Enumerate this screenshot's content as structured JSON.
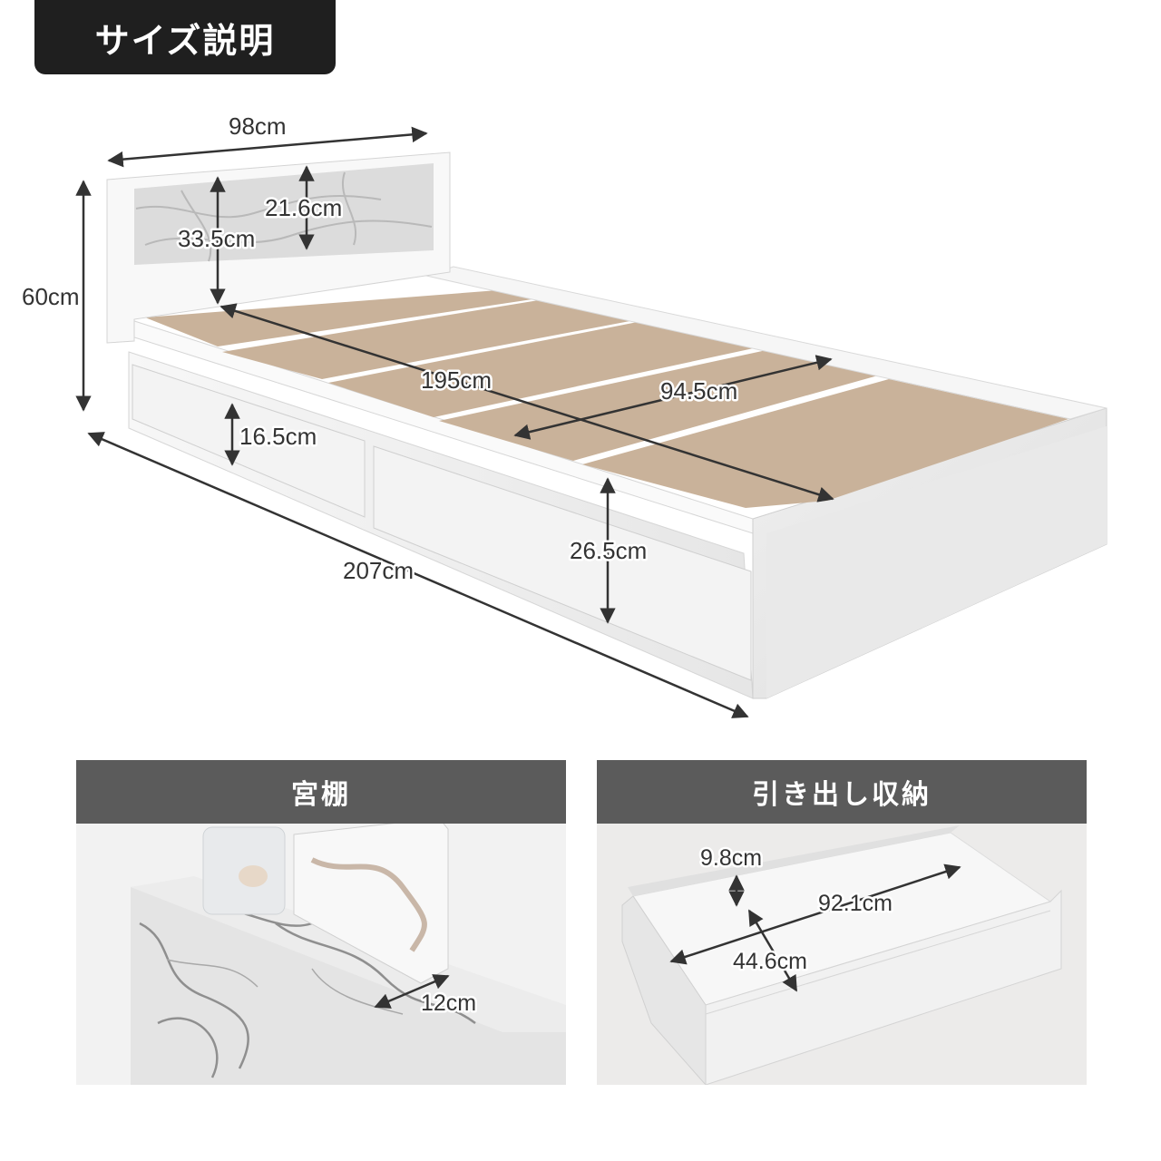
{
  "title": "サイズ説明",
  "dimensions": {
    "width": "98cm",
    "headboard_total_height": "60cm",
    "headboard_panel_height": "33.5cm",
    "shelf_panel_height": "21.6cm",
    "length_inner": "195cm",
    "width_inner": "94.5cm",
    "under_clearance": "16.5cm",
    "overall_length": "207cm",
    "side_height": "26.5cm"
  },
  "panels": {
    "shelf": {
      "title": "宮棚",
      "depth": "12cm"
    },
    "drawer": {
      "title": "引き出し収納",
      "height": "9.8cm",
      "length": "92.1cm",
      "width": "44.6cm"
    }
  },
  "colors": {
    "frame_white": "#f4f4f4",
    "slat": "#c9b29a",
    "marble": "#dcdcdc",
    "header_dark": "#1f1f1f",
    "panel_header": "#5b5b5b"
  }
}
